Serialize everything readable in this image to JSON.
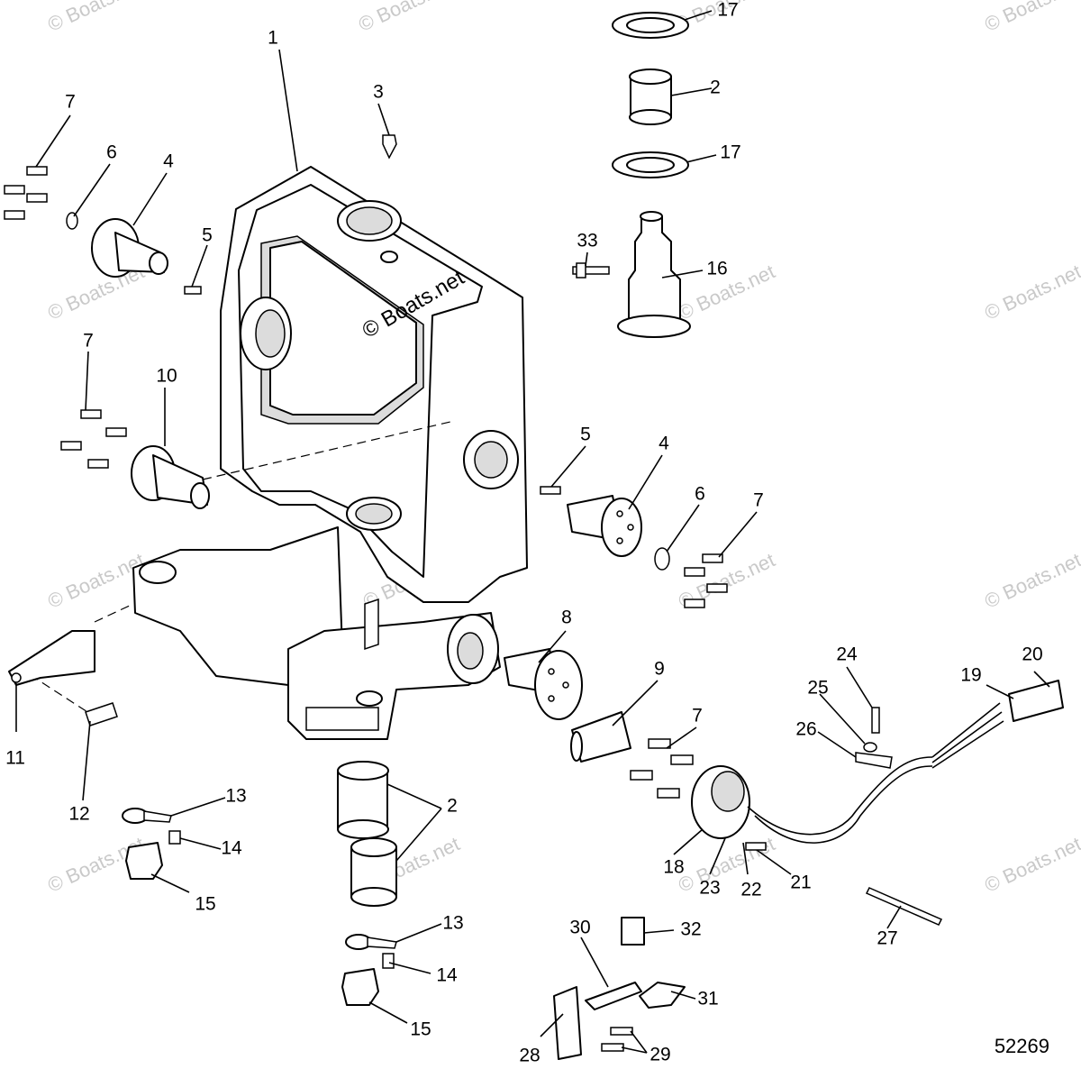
{
  "drawing_number": "52269",
  "watermark": "© Boats.net",
  "callouts": [
    {
      "id": "c1",
      "label": "1"
    },
    {
      "id": "c3",
      "label": "3"
    },
    {
      "id": "c17a",
      "label": "17"
    },
    {
      "id": "c2a",
      "label": "2"
    },
    {
      "id": "c17b",
      "label": "17"
    },
    {
      "id": "c33",
      "label": "33"
    },
    {
      "id": "c16",
      "label": "16"
    },
    {
      "id": "c7a",
      "label": "7"
    },
    {
      "id": "c6a",
      "label": "6"
    },
    {
      "id": "c4a",
      "label": "4"
    },
    {
      "id": "c5a",
      "label": "5"
    },
    {
      "id": "c7b",
      "label": "7"
    },
    {
      "id": "c10",
      "label": "10"
    },
    {
      "id": "c5b",
      "label": "5"
    },
    {
      "id": "c4b",
      "label": "4"
    },
    {
      "id": "c6b",
      "label": "6"
    },
    {
      "id": "c7c",
      "label": "7"
    },
    {
      "id": "c8",
      "label": "8"
    },
    {
      "id": "c9",
      "label": "9"
    },
    {
      "id": "c7d",
      "label": "7"
    },
    {
      "id": "c24",
      "label": "24"
    },
    {
      "id": "c20",
      "label": "20"
    },
    {
      "id": "c25",
      "label": "25"
    },
    {
      "id": "c19",
      "label": "19"
    },
    {
      "id": "c26",
      "label": "26"
    },
    {
      "id": "c11",
      "label": "11"
    },
    {
      "id": "c12",
      "label": "12"
    },
    {
      "id": "c13a",
      "label": "13"
    },
    {
      "id": "c14a",
      "label": "14"
    },
    {
      "id": "c15a",
      "label": "15"
    },
    {
      "id": "c2b",
      "label": "2"
    },
    {
      "id": "c18",
      "label": "18"
    },
    {
      "id": "c23",
      "label": "23"
    },
    {
      "id": "c22",
      "label": "22"
    },
    {
      "id": "c21",
      "label": "21"
    },
    {
      "id": "c27",
      "label": "27"
    },
    {
      "id": "c13b",
      "label": "13"
    },
    {
      "id": "c14b",
      "label": "14"
    },
    {
      "id": "c15b",
      "label": "15"
    },
    {
      "id": "c30",
      "label": "30"
    },
    {
      "id": "c32",
      "label": "32"
    },
    {
      "id": "c31",
      "label": "31"
    },
    {
      "id": "c28",
      "label": "28"
    },
    {
      "id": "c29",
      "label": "29"
    }
  ]
}
